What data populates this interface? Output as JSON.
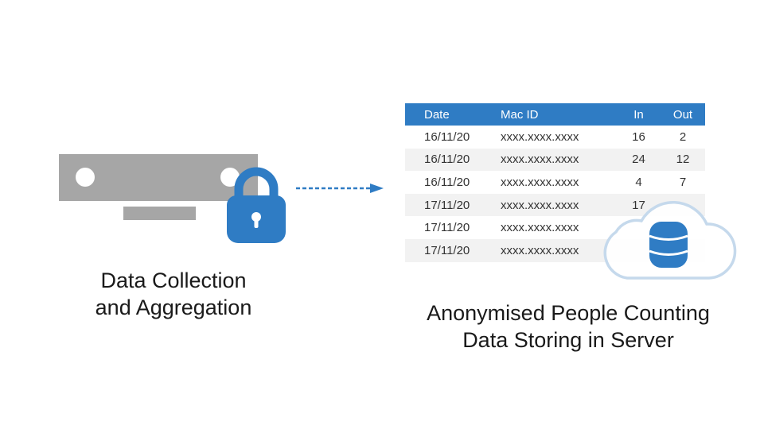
{
  "left_section": {
    "caption_line1": "Data Collection",
    "caption_line2": "and Aggregation",
    "device_icon": "sensor-device-icon",
    "lock_icon": "padlock-icon"
  },
  "connector": {
    "icon": "dashed-arrow-right-icon"
  },
  "right_section": {
    "caption_line1": "Anonymised People Counting",
    "caption_line2": "Data Storing in Server",
    "cloud_icon": "cloud-database-icon"
  },
  "table": {
    "headers": [
      "Date",
      "Mac ID",
      "In",
      "Out"
    ],
    "rows": [
      [
        "16/11/20",
        "xxxx.xxxx.xxxx",
        "16",
        "2"
      ],
      [
        "16/11/20",
        "xxxx.xxxx.xxxx",
        "24",
        "12"
      ],
      [
        "16/11/20",
        "xxxx.xxxx.xxxx",
        "4",
        "7"
      ],
      [
        "17/11/20",
        "xxxx.xxxx.xxxx",
        "17",
        ""
      ],
      [
        "17/11/20",
        "xxxx.xxxx.xxxx",
        "",
        ""
      ],
      [
        "17/11/20",
        "xxxx.xxxx.xxxx",
        "",
        ""
      ]
    ]
  },
  "colors": {
    "accent_blue": "#2f7cc4",
    "device_gray": "#a6a6a6",
    "cloud_outline": "#c5d9ec",
    "row_alt": "#f2f2f2"
  }
}
